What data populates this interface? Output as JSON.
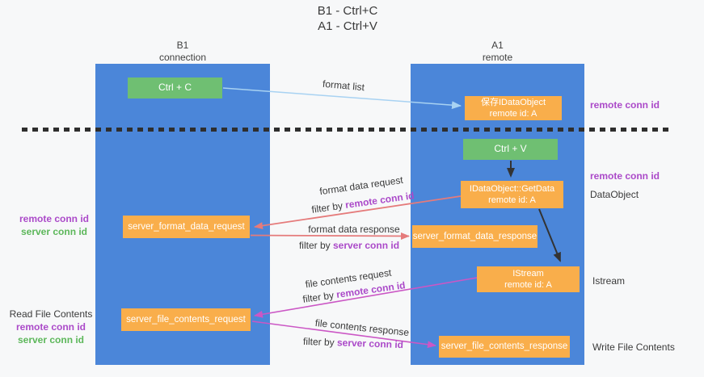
{
  "title": {
    "line1": "B1 - Ctrl+C",
    "line2": "A1 - Ctrl+V"
  },
  "columns": {
    "left": {
      "name": "B1",
      "role": "connection"
    },
    "right": {
      "name": "A1",
      "role": "remote"
    }
  },
  "boxes": {
    "ctrl_c": "Ctrl + C",
    "ctrl_v": "Ctrl + V",
    "save_dataobject_line1": "保存IDataObject",
    "save_dataobject_line2": "remote id: A",
    "getdata_line1": "IDataObject::GetData",
    "getdata_line2": "remote id: A",
    "istream_line1": "IStream",
    "istream_line2": "remote id: A",
    "format_request": "server_format_data_request",
    "format_response": "server_format_data_response",
    "file_request": "server_file_contents_request",
    "file_response": "server_file_contents_response"
  },
  "flow_labels": {
    "format_list": "format list",
    "format_data_request": "format data request",
    "format_data_response": "format data response",
    "file_contents_request": "file contents request",
    "file_contents_response": "file contents response",
    "filter_prefix": "filter by ",
    "remote_conn_id": "remote conn id",
    "server_conn_id": "server conn id"
  },
  "side_labels": {
    "remote_conn_id": "remote conn id",
    "server_conn_id": "server conn id",
    "read_file_contents": "Read File Contents",
    "dataobject": "DataObject",
    "istream": "Istream",
    "write_file_contents": "Write File Contents"
  },
  "colors": {
    "column_blue": "#4b86d9",
    "box_orange": "#f9ae4b",
    "box_green": "#6fbf72",
    "arrow_blue": "#a8d2f2",
    "arrow_black": "#333333",
    "arrow_red": "#e57b7b",
    "arrow_magenta": "#cb57c5",
    "purple_text": "#ab4ac9",
    "green_text": "#5cb75a"
  }
}
